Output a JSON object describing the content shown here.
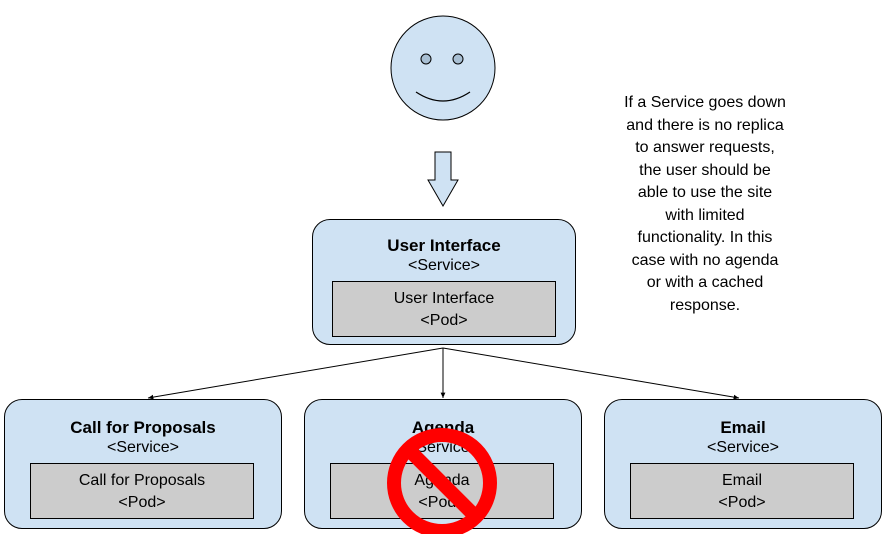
{
  "note": {
    "lines": [
      "If a Service goes down",
      "and there is no replica",
      "to answer requests,",
      "the user should be",
      "able to use the site",
      "with limited",
      "functionality. In this",
      "case with no agenda",
      "or with a cached",
      "response."
    ]
  },
  "services": {
    "ui": {
      "title": "User Interface",
      "kind": "<Service>",
      "pod_name": "User Interface",
      "pod_kind": "<Pod>"
    },
    "cfp": {
      "title": "Call for Proposals",
      "kind": "<Service>",
      "pod_name": "Call for Proposals",
      "pod_kind": "<Pod>"
    },
    "agenda": {
      "title": "Agenda",
      "kind": "<Service>",
      "pod_name": "Agenda",
      "pod_kind": "<Pod>"
    },
    "email": {
      "title": "Email",
      "kind": "<Service>",
      "pod_name": "Email",
      "pod_kind": "<Pod>"
    }
  },
  "colors": {
    "service_fill": "#cfe2f3",
    "pod_fill": "#cccccc",
    "face_fill": "#cfe2f3",
    "prohibited_red": "#ff0000"
  },
  "icons": {
    "user": "smiley-face-icon",
    "flow": "down-arrow-icon",
    "outage": "prohibited-icon"
  }
}
